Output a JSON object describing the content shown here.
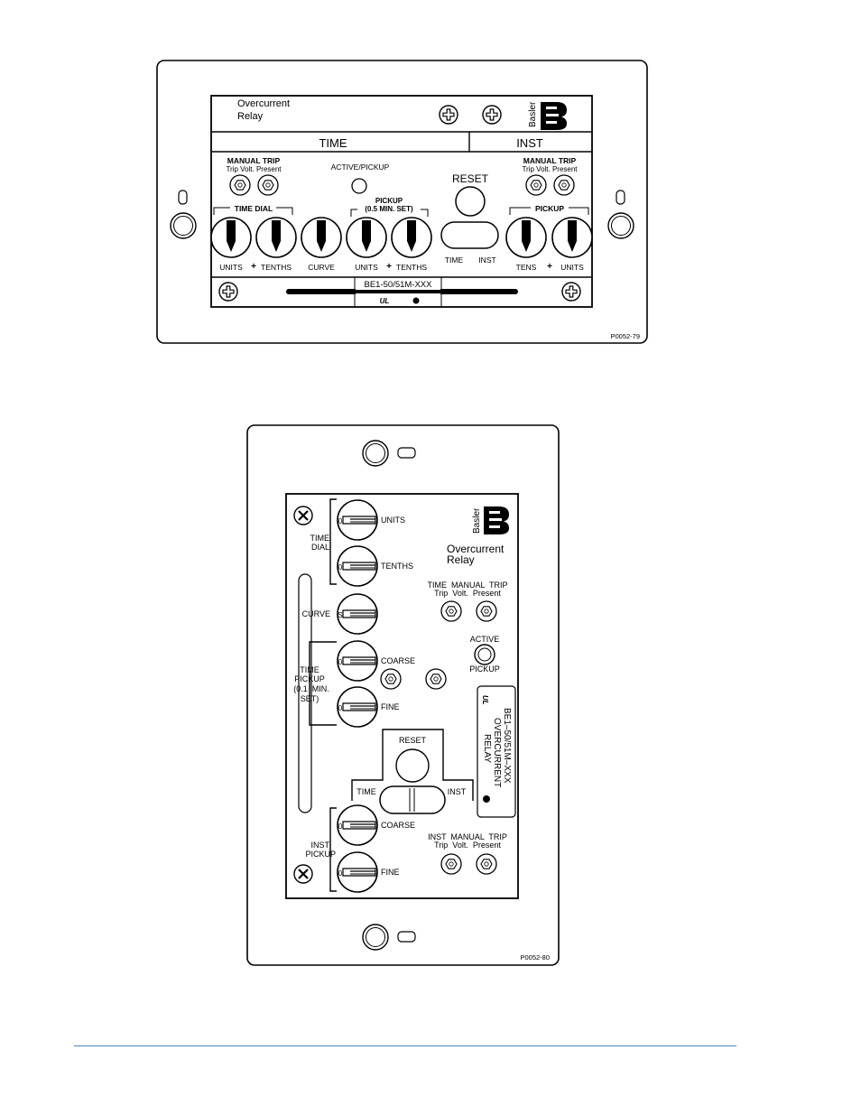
{
  "brand": {
    "name": "Basler"
  },
  "horizontal_panel": {
    "title_line1": "Overcurrent",
    "title_line2": "Relay",
    "section_time": "TIME",
    "section_inst": "INST",
    "manual_trip_left": "MANUAL TRIP",
    "trip_volt_present_left": "Trip Volt. Present",
    "active_pickup": "ACTIVE/PICKUP",
    "reset": "RESET",
    "manual_trip_right": "MANUAL TRIP",
    "trip_volt_present_right": "Trip Volt. Present",
    "time_dial": "TIME DIAL",
    "pickup_min": "PICKUP",
    "pickup_min_set": "(0.5 MIN. SET)",
    "pickup_inst": "PICKUP",
    "label_units1": "UNITS",
    "label_tenths1": "TENTHS",
    "label_curve": "CURVE",
    "label_units2": "UNITS",
    "label_tenths2": "TENTHS",
    "label_time_btn": "TIME",
    "label_inst_btn": "INST",
    "label_tens": "TENS",
    "label_units3": "UNITS",
    "plus": "+",
    "model": "BE1-50/51M-XXX",
    "figure_id": "P0052-79"
  },
  "vertical_panel": {
    "units": "UNITS",
    "time_dial_1": "TIME",
    "time_dial_2": "DIAL",
    "tenths": "TENTHS",
    "title_line1": "Overcurrent",
    "title_line2": "Relay",
    "time_manual_trip": "TIME  MANUAL  TRIP",
    "trip_volt_present_1": "Trip  Volt.  Present",
    "curve": "CURVE",
    "active": "ACTIVE",
    "pickup": "PICKUP",
    "coarse_1": "COARSE",
    "time_pickup_1": "TIME",
    "time_pickup_2": "PICKUP",
    "time_pickup_3": "(0.1  MIN.",
    "time_pickup_4": "SET)",
    "fine_1": "FINE",
    "label_line1": "BE1–50/51M–XXX",
    "label_line2": "OVERCURRENT",
    "label_line3": "RELAY",
    "reset": "RESET",
    "time": "TIME",
    "inst": "INST",
    "coarse_2": "COARSE",
    "inst_pickup_1": "INST",
    "inst_pickup_2": "PICKUP",
    "inst_manual_trip": "INST  MANUAL  TRIP",
    "trip_volt_present_2": "Trip  Volt.  Present",
    "fine_2": "FINE",
    "dial_mark_0": "0",
    "dial_mark_s": "S",
    "figure_id": "P0052-80"
  }
}
